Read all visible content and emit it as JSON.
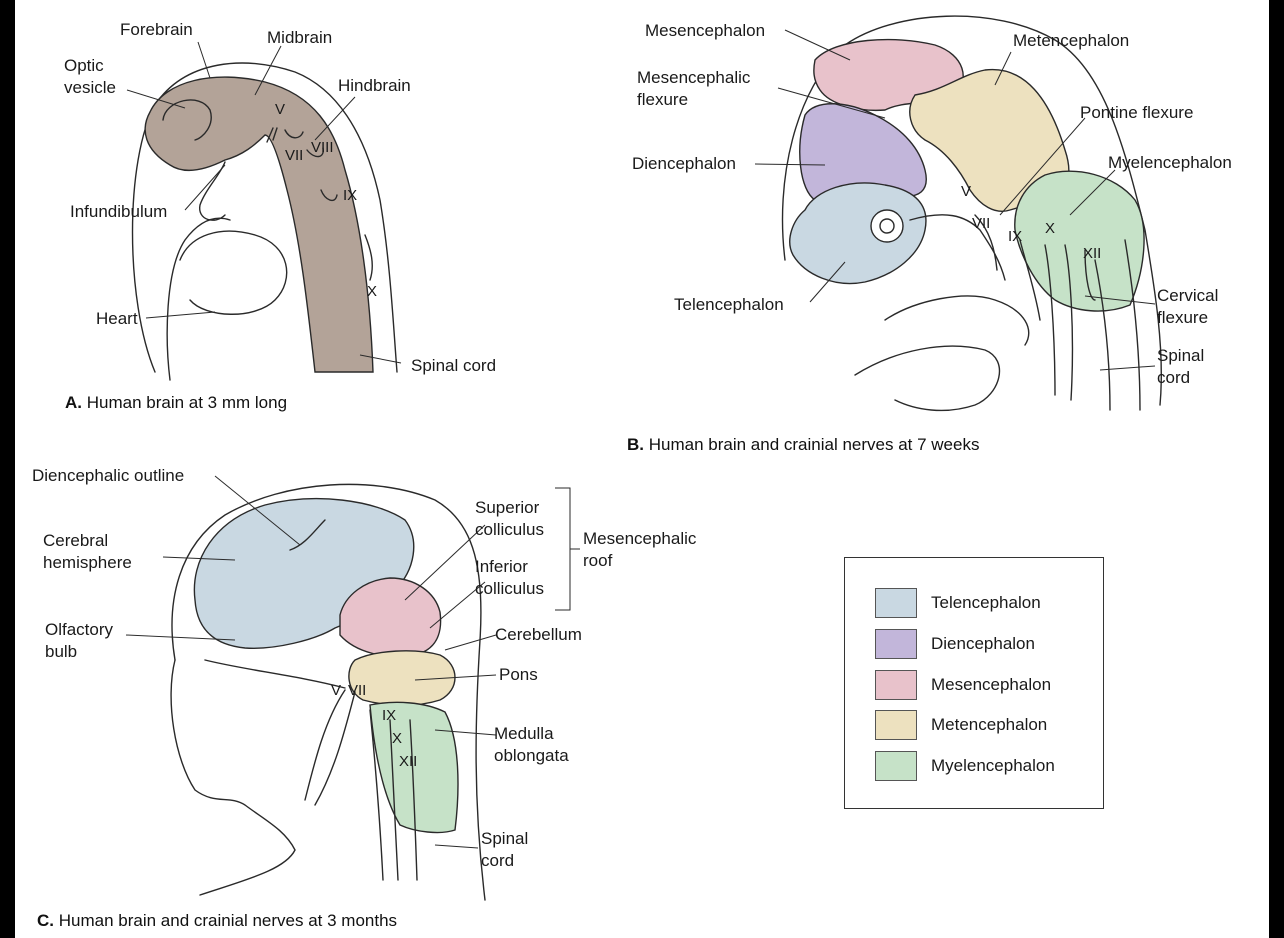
{
  "panel_a": {
    "caption_letter": "A.",
    "caption_text": "Human brain at 3 mm long",
    "labels": {
      "forebrain": "Forebrain",
      "midbrain": "Midbrain",
      "optic_vesicle": "Optic\nvesicle",
      "hindbrain": "Hindbrain",
      "infundibulum": "Infundibulum",
      "heart": "Heart",
      "spinal_cord": "Spinal cord"
    },
    "numerals": {
      "v": "V",
      "vii": "VII",
      "viii": "VIII",
      "ix": "IX",
      "x": "X"
    }
  },
  "panel_b": {
    "caption_letter": "B.",
    "caption_text": "Human brain and crainial nerves at 7 weeks",
    "labels": {
      "mesencephalon": "Mesencephalon",
      "metencephalon": "Metencephalon",
      "mesencephalic_flexure": "Mesencephalic\nflexure",
      "pontine_flexure": "Pontine flexure",
      "diencephalon": "Diencephalon",
      "myelencephalon": "Myelencephalon",
      "telencephalon": "Telencephalon",
      "cervical_flexure": "Cervical\nflexure",
      "spinal_cord": "Spinal\ncord"
    },
    "numerals": {
      "v": "V",
      "vii": "VII",
      "ix": "IX",
      "x": "X",
      "xii": "XII"
    }
  },
  "panel_c": {
    "caption_letter": "C.",
    "caption_text": "Human brain and crainial nerves at 3 months",
    "labels": {
      "diencephalic_outline": "Diencephalic outline",
      "cerebral_hemisphere": "Cerebral\nhemisphere",
      "superior_colliculus": "Superior\ncolliculus",
      "inferior_colliculus": "Inferior\ncolliculus",
      "mesencephalic_roof": "Mesencephalic\nroof",
      "olfactory_bulb": "Olfactory\nbulb",
      "cerebellum": "Cerebellum",
      "pons": "Pons",
      "medulla_oblongata": "Medulla\noblongata",
      "spinal_cord": "Spinal\ncord"
    },
    "numerals": {
      "v": "V",
      "vii": "VII",
      "ix": "IX",
      "x": "X",
      "xii": "XII"
    }
  },
  "legend": {
    "items": [
      {
        "label": "Telencephalon",
        "color": "#c9d8e2"
      },
      {
        "label": "Diencephalon",
        "color": "#c2b6da"
      },
      {
        "label": "Mesencephalon",
        "color": "#e8c2cb"
      },
      {
        "label": "Metencephalon",
        "color": "#ede1bf"
      },
      {
        "label": "Myelencephalon",
        "color": "#c6e2c8"
      }
    ]
  },
  "colors": {
    "early_brain": "#b3a398",
    "telencephalon": "#c9d8e2",
    "diencephalon": "#c2b6da",
    "mesencephalon": "#e8c2cb",
    "metencephalon": "#ede1bf",
    "myelencephalon": "#c6e2c8"
  }
}
